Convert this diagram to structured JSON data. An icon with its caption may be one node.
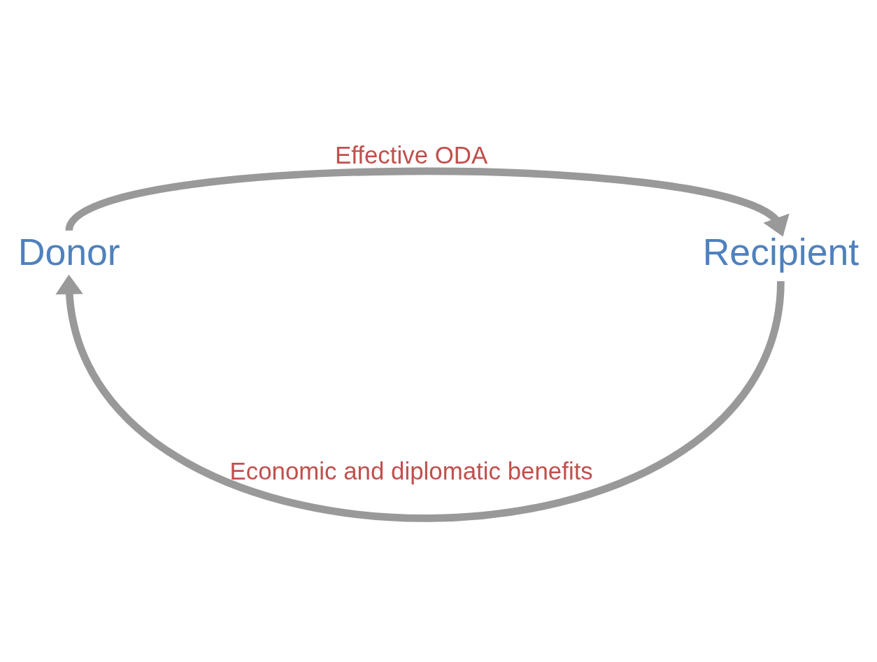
{
  "diagram": {
    "nodes": [
      {
        "text": [
          "Donor"
        ]
      },
      {
        "text": [
          "Recipient"
        ]
      }
    ],
    "edges": [
      {
        "from": 0,
        "to": 1,
        "arrow": "to",
        "label": "Effective ODA"
      },
      {
        "from": 1,
        "to": 0,
        "arrow": "to",
        "label": "Economic and diplomatic benefits"
      }
    ]
  }
}
